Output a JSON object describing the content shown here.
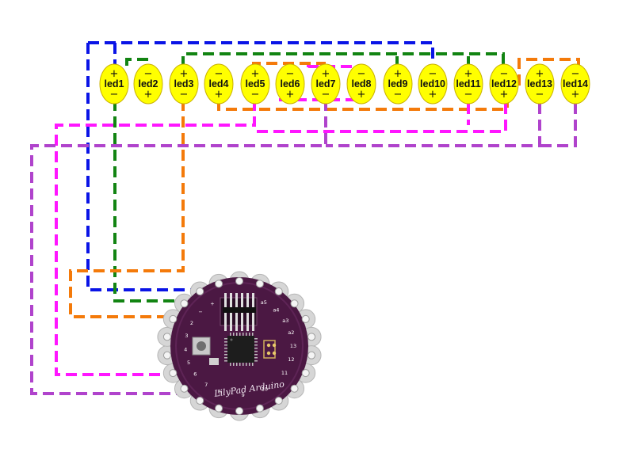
{
  "colors": {
    "blue": "#0a14e6",
    "green": "#128412",
    "orange": "#f47a0a",
    "magenta": "#ff16ff",
    "purple": "#b043cc",
    "led_fill": "#ffff00",
    "board": "#4b1843",
    "pad": "#d6d6d6"
  },
  "leds": [
    {
      "id": "led1",
      "label": "led1",
      "top": "+",
      "bottom": "−"
    },
    {
      "id": "led2",
      "label": "led2",
      "top": "−",
      "bottom": "+"
    },
    {
      "id": "led3",
      "label": "led3",
      "top": "+",
      "bottom": "−"
    },
    {
      "id": "led4",
      "label": "led4",
      "top": "−",
      "bottom": "+"
    },
    {
      "id": "led5",
      "label": "led5",
      "top": "+",
      "bottom": "−"
    },
    {
      "id": "led6",
      "label": "led6",
      "top": "−",
      "bottom": "+"
    },
    {
      "id": "led7",
      "label": "led7",
      "top": "+",
      "bottom": "−"
    },
    {
      "id": "led8",
      "label": "led8",
      "top": "−",
      "bottom": "+"
    },
    {
      "id": "led9",
      "label": "led9",
      "top": "+",
      "bottom": "−"
    },
    {
      "id": "led10",
      "label": "led10",
      "top": "−",
      "bottom": "+"
    },
    {
      "id": "led11",
      "label": "led11",
      "top": "+",
      "bottom": "−"
    },
    {
      "id": "led12",
      "label": "led12",
      "top": "−",
      "bottom": "+"
    },
    {
      "id": "led13",
      "label": "led13",
      "top": "+",
      "bottom": "−"
    },
    {
      "id": "led14",
      "label": "led14",
      "top": "−",
      "bottom": "+"
    }
  ],
  "board": {
    "brand_text": "LilyPad Arduino",
    "pad_labels": [
      "a5",
      "a4",
      "a3",
      "a2",
      "13",
      "12",
      "11",
      "10",
      "9",
      "8",
      "7",
      "6",
      "5",
      "4",
      "3",
      "2",
      "−",
      "+"
    ],
    "wire_colors": [
      "blue",
      "green",
      "orange",
      "magenta",
      "purple"
    ]
  }
}
